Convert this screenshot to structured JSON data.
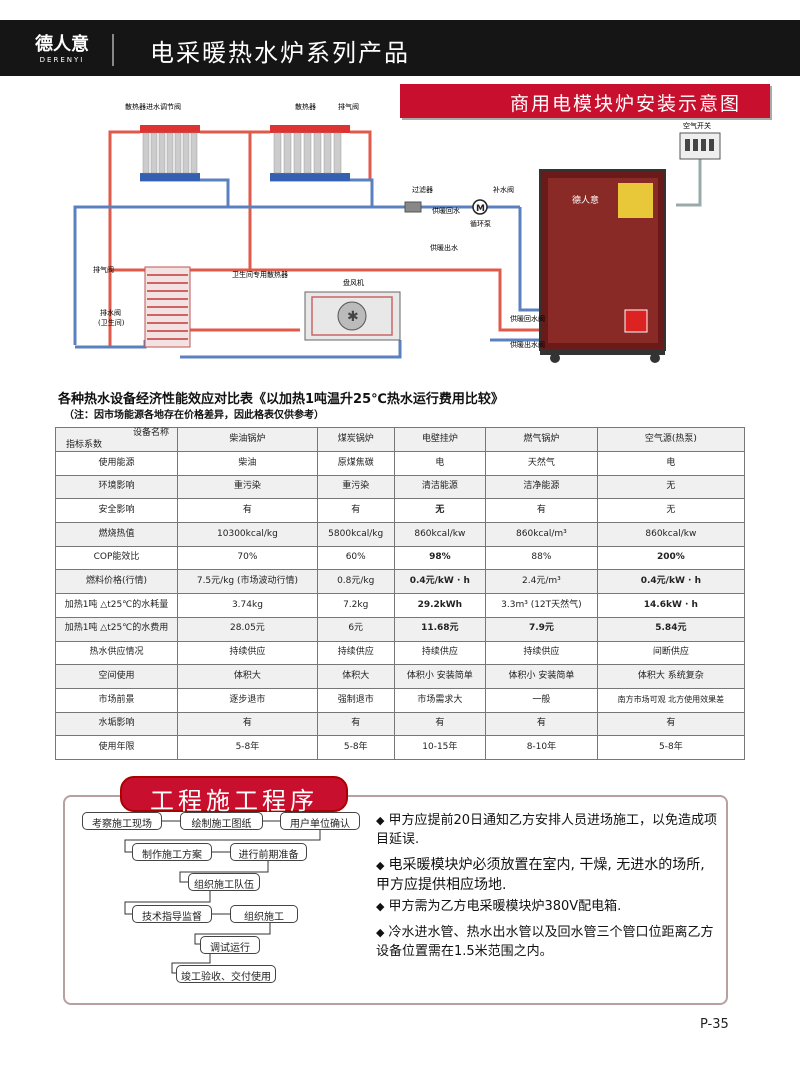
{
  "header": {
    "logo_text": "德人意",
    "logo_sub": "DERENYI",
    "title": "电采暖热水炉系列产品"
  },
  "diagram": {
    "banner": "商用电模块炉安装示意图",
    "labels": {
      "radiator_valve": "散热器进水调节阀",
      "radiator": "散热器",
      "vent_valve_top": "排气阀",
      "air_switch": "空气开关",
      "filter": "过滤器",
      "supply_return": "供暖回水",
      "circ_pump": "循环泵",
      "makeup_valve": "补水阀",
      "supply_out": "供暖出水",
      "vent_valve_left": "排气阀",
      "bath_radiator": "卫生间专用散热器",
      "fan_coil": "盘风机",
      "drain_valve": "排水阀",
      "drain_valve_sub": "(卫生间)",
      "return_valve": "供暖回水阀",
      "out_valve": "供暖出水阀",
      "pump_letter": "M",
      "boiler_logo": "德人意"
    }
  },
  "table": {
    "title": "各种热水设备经济性能效应对比表《以加热1吨温升25℃热水运行费用比较》",
    "note": "（注：因市场能源各地存在价格差异，因此格表仅供参考）",
    "corner_top": "设备名称",
    "corner_bottom": "指标系数",
    "columns": [
      "柴油锅炉",
      "煤炭锅炉",
      "电壁挂炉",
      "燃气锅炉",
      "空气源(热泵)"
    ],
    "rows": [
      {
        "label": "使用能源",
        "cells": [
          "柴油",
          "原煤焦碳",
          "电",
          "天然气",
          "电"
        ]
      },
      {
        "label": "环境影响",
        "cells": [
          "重污染",
          "重污染",
          "清洁能源",
          "洁净能源",
          "无"
        ]
      },
      {
        "label": "安全影响",
        "cells": [
          "有",
          "有",
          "无",
          "有",
          "无"
        ]
      },
      {
        "label": "燃烧热值",
        "cells": [
          "10300kcal/kg",
          "5800kcal/kg",
          "860kcal/kw",
          "860kcal/m³",
          "860kcal/kw"
        ]
      },
      {
        "label": "COP能效比",
        "cells": [
          "70%",
          "60%",
          "98%",
          "88%",
          "200%"
        ]
      },
      {
        "label": "燃料价格(行情)",
        "cells": [
          "7.5元/kg (市场波动行情)",
          "0.8元/kg",
          "0.4元/kW · h",
          "2.4元/m³",
          "0.4元/kW · h"
        ]
      },
      {
        "label": "加热1吨 △t25℃的水耗量",
        "cells": [
          "3.74kg",
          "7.2kg",
          "29.2kWh",
          "3.3m³ (12T天然气)",
          "14.6kW · h"
        ]
      },
      {
        "label": "加热1吨 △t25℃的水费用",
        "cells": [
          "28.05元",
          "6元",
          "11.68元",
          "7.9元",
          "5.84元"
        ]
      },
      {
        "label": "热水供应情况",
        "cells": [
          "持续供应",
          "持续供应",
          "持续供应",
          "持续供应",
          "间断供应"
        ]
      },
      {
        "label": "空间使用",
        "cells": [
          "体积大",
          "体积大",
          "体积小 安装简单",
          "体积小 安装简单",
          "体积大 系统复杂"
        ]
      },
      {
        "label": "市场前景",
        "cells": [
          "逐步退市",
          "强制退市",
          "市场需求大",
          "一般",
          "南方市场可观 北方使用效果差"
        ]
      },
      {
        "label": "水垢影响",
        "cells": [
          "有",
          "有",
          "有",
          "有",
          "有"
        ]
      },
      {
        "label": "使用年限",
        "cells": [
          "5-8年",
          "5-8年",
          "10-15年",
          "8-10年",
          "5-8年"
        ]
      }
    ]
  },
  "process": {
    "title": "工程施工程序",
    "steps": [
      "考察施工现场",
      "绘制施工图纸",
      "用户单位确认",
      "制作施工方案",
      "进行前期准备",
      "组织施工队伍",
      "技术指导监督",
      "组织施工",
      "调试运行",
      "竣工验收、交付使用"
    ],
    "bullets": [
      "甲方应提前20日通知乙方安排人员进场施工，以免造成项目延误.",
      "电采暖模块炉必须放置在室内, 干燥, 无进水的场所, 甲方应提供相应场地.",
      "甲方需为乙方电采暖模块炉380V配电箱.",
      "冷水进水管、热水出水管以及回水管三个管口位距离乙方设备位置需在1.5米范围之内。"
    ],
    "bullet_symbol": "◆"
  },
  "page_number": "P-35"
}
